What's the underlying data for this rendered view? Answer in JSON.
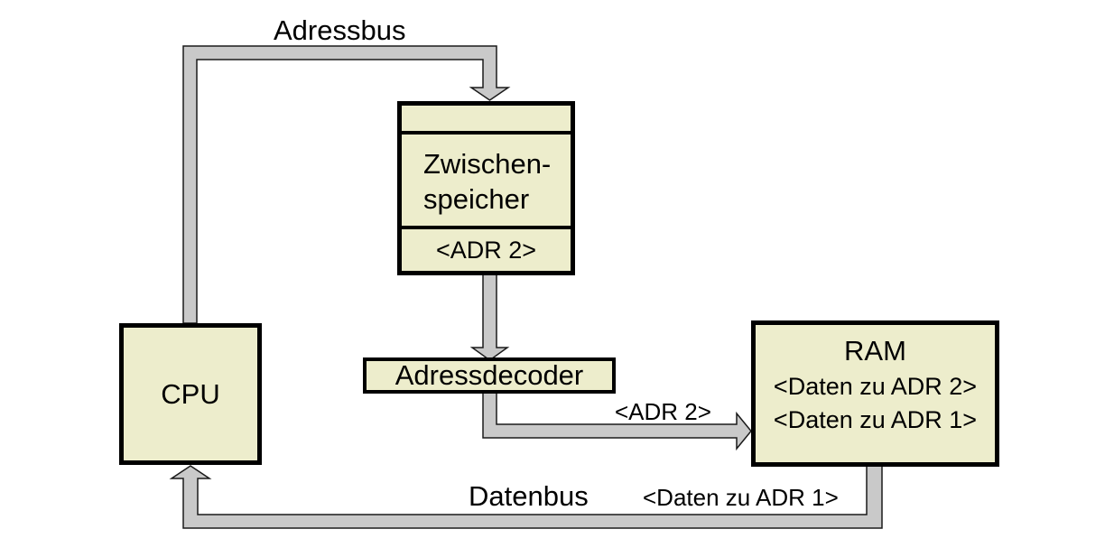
{
  "diagram": {
    "nodes": {
      "cpu": {
        "label": "CPU"
      },
      "buffer": {
        "title_line1": "Zwischen-",
        "title_line2": "speicher",
        "slot": "<ADR 2>"
      },
      "decoder": {
        "label": "Adressdecoder"
      },
      "ram": {
        "label": "RAM",
        "row1": "<Daten zu ADR 2>",
        "row2": "<Daten zu ADR 1>"
      }
    },
    "bus_labels": {
      "adressbus": "Adressbus",
      "adr2": "<ADR 2>",
      "datenbus": "Datenbus",
      "daten_zu_adr1": "<Daten zu ADR 1>"
    },
    "colors": {
      "node_fill": "#EDEDCC",
      "node_border": "#000000",
      "bus_fill": "#C9C9C9",
      "bus_outline": "#1A1A1A",
      "background": "#FFFFFF",
      "text": "#000000"
    }
  }
}
